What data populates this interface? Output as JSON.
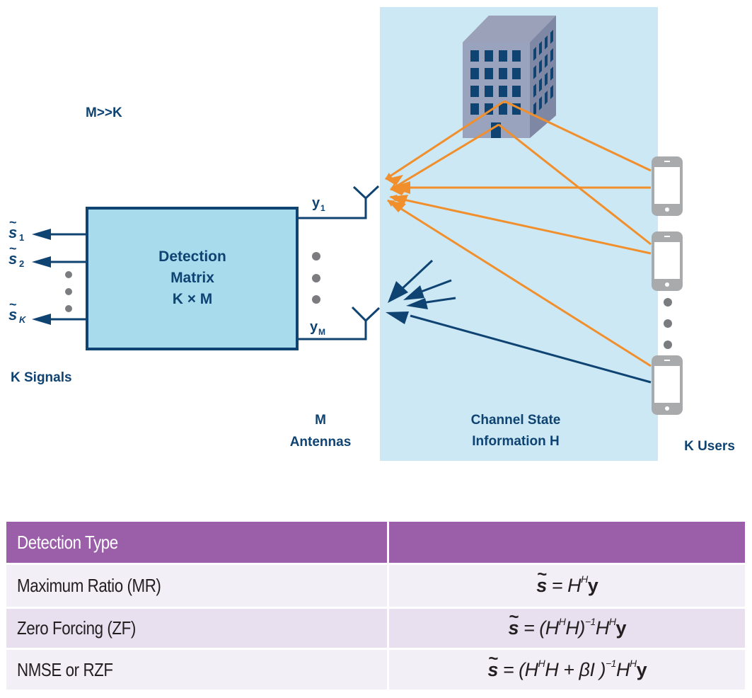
{
  "diagram": {
    "title_condition": "M>>K",
    "detection_block": {
      "line1": "Detection",
      "line2": "Matrix",
      "line3": "K × M"
    },
    "outputs": [
      {
        "symbol": "s",
        "subscript": "1"
      },
      {
        "symbol": "s",
        "subscript": "2"
      },
      {
        "symbol": "s",
        "subscript": "K"
      }
    ],
    "outputs_label": "K Signals",
    "antenna_inputs": [
      {
        "symbol": "y",
        "subscript": "1"
      },
      {
        "symbol": "y",
        "subscript": "M"
      }
    ],
    "antennas_label_line1": "M",
    "antennas_label_line2": "Antennas",
    "channel_label_line1": "Channel State",
    "channel_label_line2": "Information H",
    "users_label": "K Users",
    "colors": {
      "dark_blue": "#0f4372",
      "block_fill": "#a8dcec",
      "channel_region": "#cbe8f4",
      "orange_path": "#f18f2c",
      "building": "#9aa3bd",
      "phone_gray": "#a9aaac",
      "dots_gray": "#7b7c7f"
    }
  },
  "table": {
    "header": [
      "Detection Type",
      ""
    ],
    "rows": [
      {
        "type": "Maximum Ratio (MR)",
        "formula_parts": [
          "= ",
          "H",
          "H",
          "y"
        ]
      },
      {
        "type": "Zero Forcing (ZF)"
      },
      {
        "type": "NMSE or RZF"
      }
    ],
    "formulas": {
      "mr": {
        "eq": " = ",
        "H": "H",
        "sup_H": "H",
        "y": "y"
      },
      "zf": {
        "eq": " = (",
        "H1": "H",
        "sup_H1": "H",
        "H2": "H)",
        "sup_inv": "−1",
        "H3": "H",
        "sup_H3": "H",
        "y": "y"
      },
      "rzf": {
        "eq": " = (",
        "H1": "H",
        "sup_H1": "H",
        "H2": "H + βI )",
        "sup_inv": "−1",
        "H3": "H",
        "sup_H3": "H",
        "y": "y"
      }
    },
    "colors": {
      "header_bg": "#9a5fa8",
      "row_light": "#f3eff7",
      "row_dark": "#e8e0ef"
    }
  }
}
